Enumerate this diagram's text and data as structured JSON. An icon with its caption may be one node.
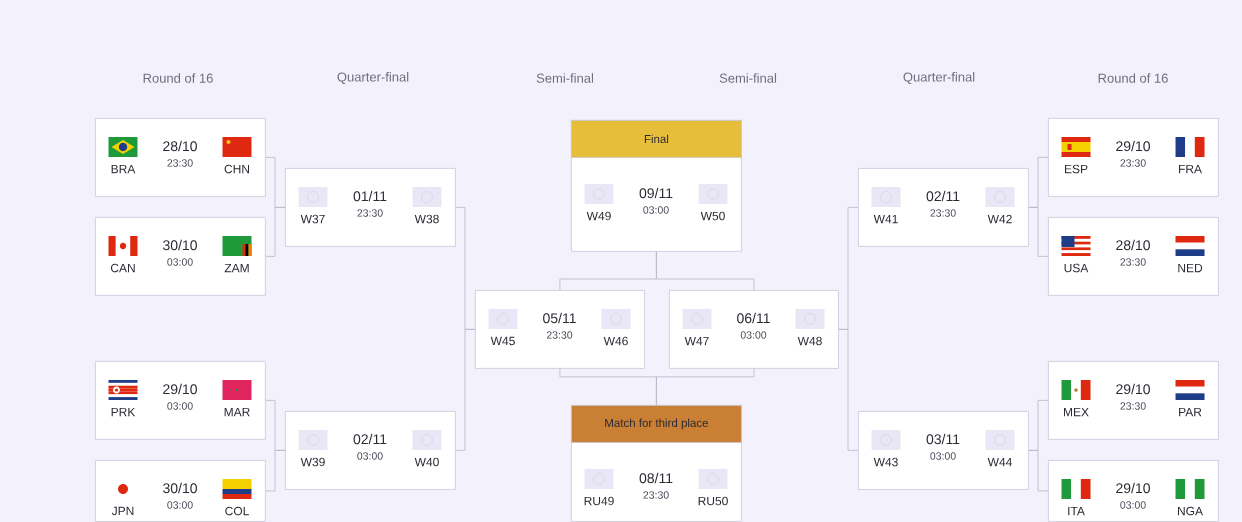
{
  "diagram": {
    "nodes": [
      {
        "text": [
          "28/10",
          "23:30",
          "BRA",
          "CHN"
        ]
      },
      {
        "text": [
          "30/10",
          "03:00",
          "CAN",
          "ZAM"
        ]
      },
      {
        "text": [
          "29/10",
          "03:00",
          "PRK",
          "MAR"
        ]
      },
      {
        "text": [
          "30/10",
          "03:00",
          "JPN",
          "COL"
        ]
      },
      {
        "text": [
          "01/11",
          "23:30",
          "W37",
          "W38"
        ]
      },
      {
        "text": [
          "02/11",
          "03:00",
          "W39",
          "W40"
        ]
      },
      {
        "text": [
          "05/11",
          "23:30",
          "W45",
          "W46"
        ]
      },
      {
        "text": [
          "Final",
          "09/11",
          "03:00",
          "W49",
          "W50"
        ]
      },
      {
        "text": [
          "Match for third place",
          "08/11",
          "23:30",
          "RU49",
          "RU50"
        ]
      },
      {
        "text": [
          "06/11",
          "03:00",
          "W47",
          "W48"
        ]
      },
      {
        "text": [
          "02/11",
          "23:30",
          "W41",
          "W42"
        ]
      },
      {
        "text": [
          "03/11",
          "03:00",
          "W43",
          "W44"
        ]
      },
      {
        "text": [
          "29/10",
          "23:30",
          "ESP",
          "FRA"
        ]
      },
      {
        "text": [
          "28/10",
          "23:30",
          "USA",
          "NED"
        ]
      },
      {
        "text": [
          "29/10",
          "23:30",
          "MEX",
          "PAR"
        ]
      },
      {
        "text": [
          "29/10",
          "03:00",
          "ITA",
          "NGA"
        ]
      }
    ],
    "edges": [
      {
        "from": 0,
        "to": 4,
        "arrow": "none"
      },
      {
        "from": 1,
        "to": 4,
        "arrow": "none"
      },
      {
        "from": 2,
        "to": 5,
        "arrow": "none"
      },
      {
        "from": 3,
        "to": 5,
        "arrow": "none"
      },
      {
        "from": 4,
        "to": 6,
        "arrow": "none"
      },
      {
        "from": 5,
        "to": 6,
        "arrow": "none"
      },
      {
        "from": 6,
        "to": 7,
        "arrow": "none"
      },
      {
        "from": 9,
        "to": 7,
        "arrow": "none"
      },
      {
        "from": 6,
        "to": 8,
        "arrow": "none"
      },
      {
        "from": 9,
        "to": 8,
        "arrow": "none"
      },
      {
        "from": 10,
        "to": 9,
        "arrow": "none"
      },
      {
        "from": 11,
        "to": 9,
        "arrow": "none"
      },
      {
        "from": 12,
        "to": 10,
        "arrow": "none"
      },
      {
        "from": 13,
        "to": 10,
        "arrow": "none"
      },
      {
        "from": 14,
        "to": 11,
        "arrow": "none"
      },
      {
        "from": 15,
        "to": 11,
        "arrow": "none"
      }
    ],
    "labels": [
      "Round of 16",
      "Quarter-final",
      "Semi-final",
      "Semi-final",
      "Quarter-final",
      "Round of 16"
    ]
  }
}
